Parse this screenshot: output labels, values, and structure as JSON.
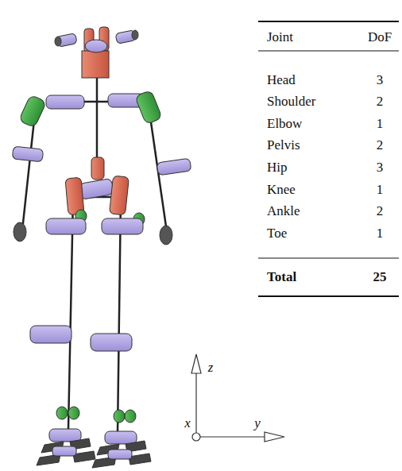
{
  "diagram": {
    "labels": [
      "Joint",
      "DoF",
      "Head",
      "3",
      "Shoulder",
      "2",
      "Elbow",
      "1",
      "Pelvis",
      "2",
      "Hip",
      "3",
      "Knee",
      "1",
      "Ankle",
      "2",
      "Toe",
      "1",
      "Total",
      "25",
      "z",
      "x",
      "y"
    ]
  }
}
